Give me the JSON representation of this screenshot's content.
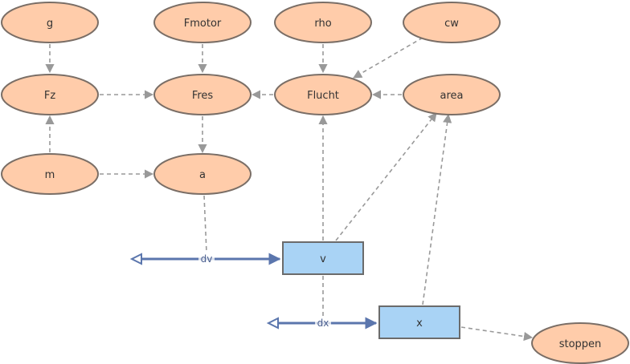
{
  "colors": {
    "variable_fill": "#FFCCAA",
    "variable_stroke": "#7a6e66",
    "stock_fill": "#A9D3F5",
    "stock_stroke": "#6b6b6b",
    "link": "#999999",
    "flow": "#5b76ad"
  },
  "variables": {
    "g": "g",
    "fmotor": "Fmotor",
    "rho": "rho",
    "cw": "cw",
    "fz": "Fz",
    "fres": "Fres",
    "flucht": "Flucht",
    "area": "area",
    "m": "m",
    "a": "a",
    "stoppen": "stoppen"
  },
  "stocks": {
    "v": "v",
    "x": "x"
  },
  "flows": {
    "dv": "dv",
    "dx": "dx"
  },
  "links": [
    [
      "g",
      "fz"
    ],
    [
      "fmotor",
      "fres"
    ],
    [
      "rho",
      "flucht"
    ],
    [
      "cw",
      "flucht"
    ],
    [
      "fz",
      "fres"
    ],
    [
      "flucht",
      "fres"
    ],
    [
      "area",
      "flucht"
    ],
    [
      "m",
      "fz"
    ],
    [
      "m",
      "a"
    ],
    [
      "fres",
      "a"
    ],
    [
      "a",
      "dv"
    ],
    [
      "v",
      "flucht"
    ],
    [
      "v",
      "area"
    ],
    [
      "v",
      "dx"
    ],
    [
      "x",
      "area"
    ],
    [
      "x",
      "stoppen"
    ]
  ]
}
